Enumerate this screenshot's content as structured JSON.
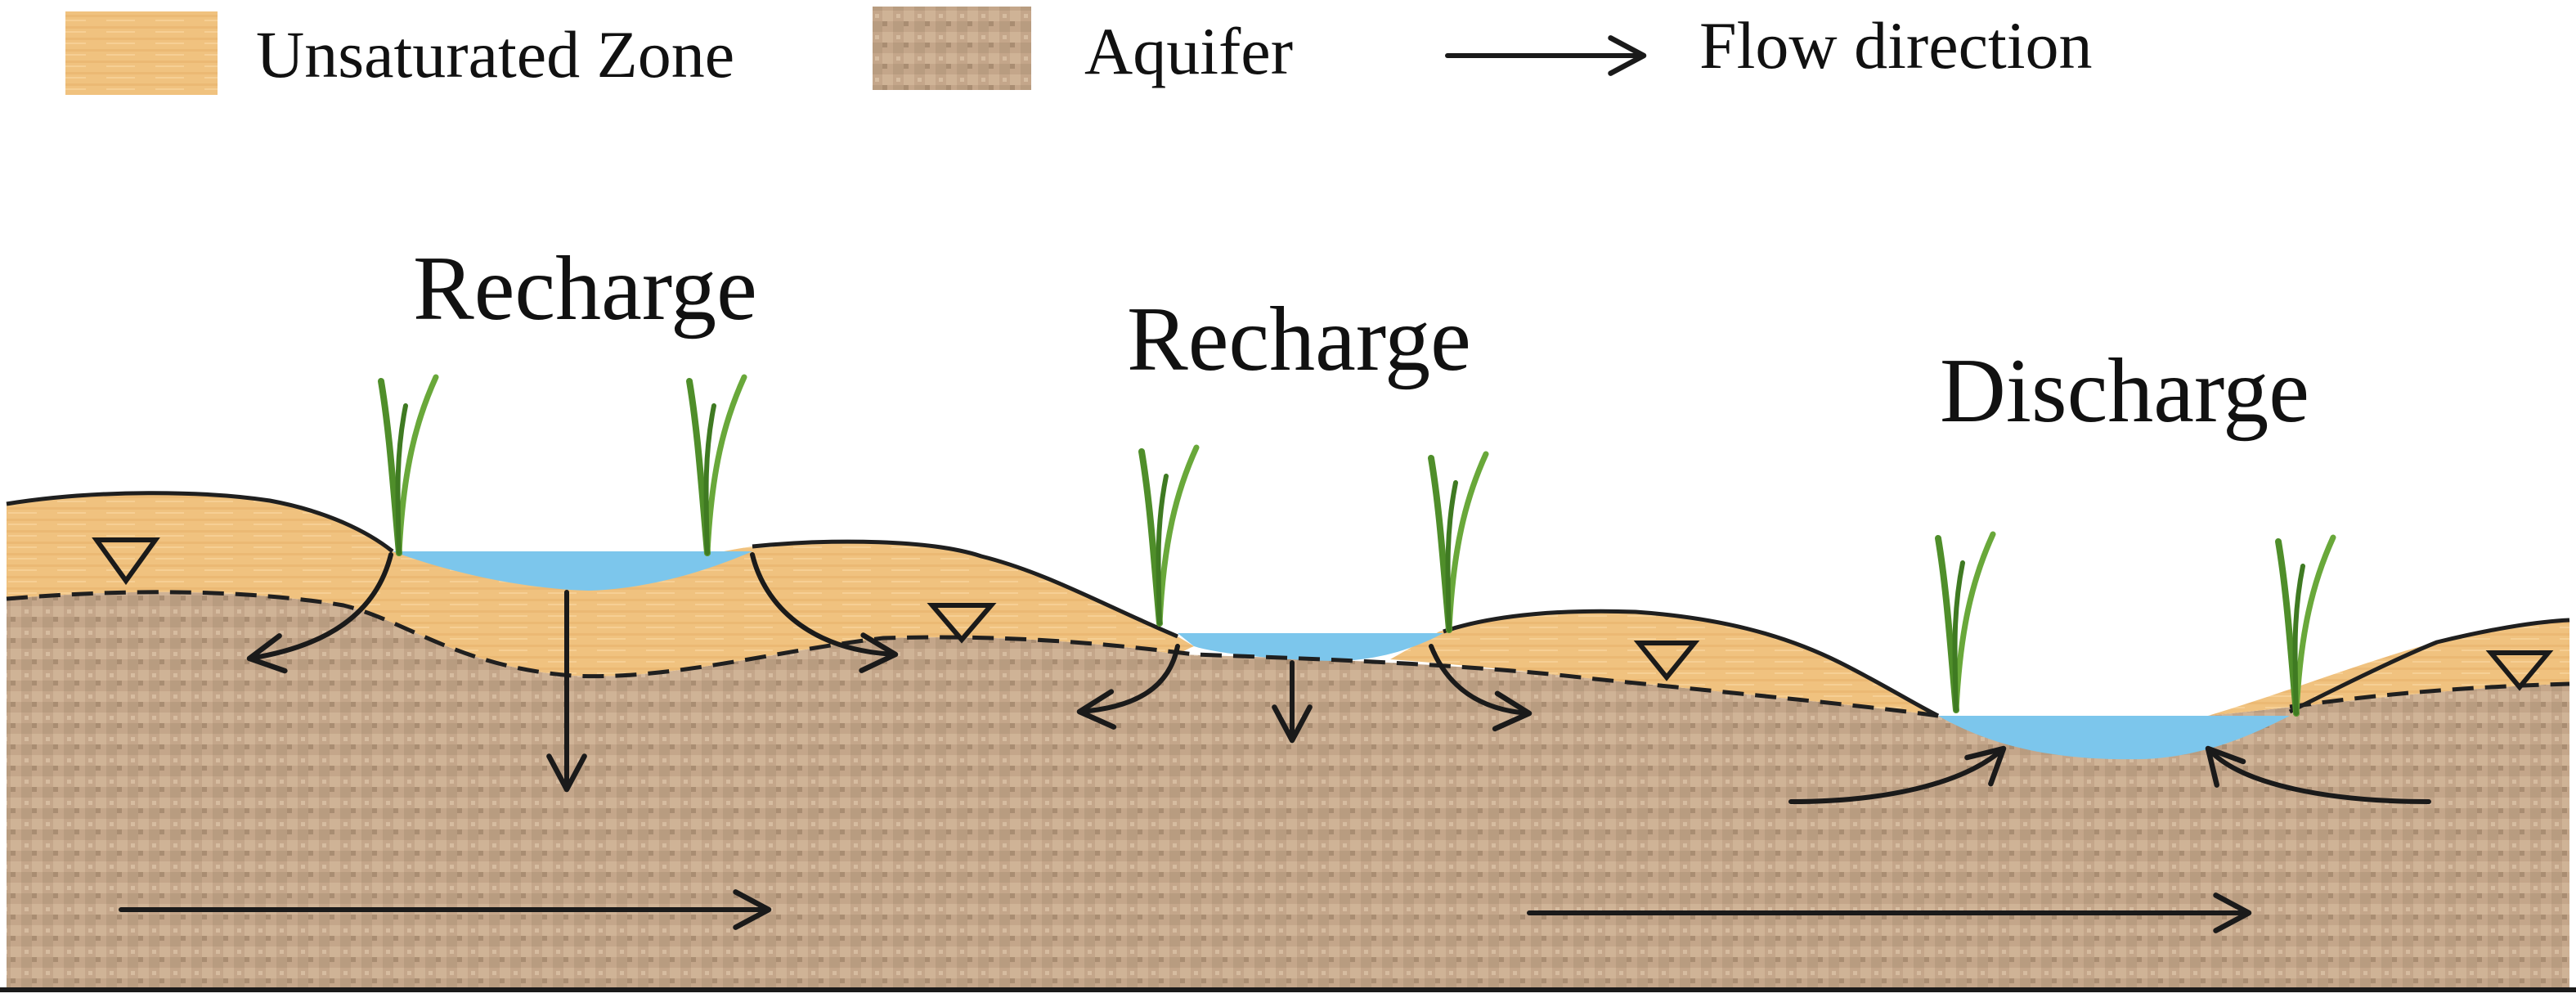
{
  "legend": {
    "unsaturated_zone_label": "Unsaturated Zone",
    "aquifer_label": "Aquifer",
    "flow_direction_label": "Flow direction"
  },
  "labels": {
    "recharge_left": "Recharge",
    "recharge_middle": "Recharge",
    "discharge_right": "Discharge"
  },
  "colors": {
    "unsaturated_zone": "#f0c27f",
    "aquifer": "#c4a68a",
    "water": "#7cc6ec",
    "grass": "#5a9a2f",
    "outline": "#1a1a1a"
  },
  "icons": {
    "water_table": "inverted-triangle-icon",
    "vegetation": "grass-icon"
  }
}
